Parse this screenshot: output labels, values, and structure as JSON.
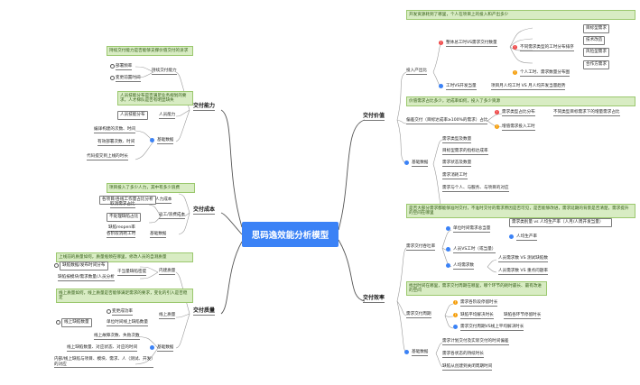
{
  "center_title": "思码逸效能分析模型",
  "colors": {
    "accent": "#3b82f6",
    "note_green": "#d8ecc3",
    "orange": "#f59e0b",
    "red": "#ef4444"
  },
  "branches": {
    "value": {
      "label": "交付价值",
      "note": "开发资源耗到了哪里，个人在项目上的投入和产出多少",
      "input_output": {
        "label": "投入产出比",
        "rows": [
          {
            "label": "整体总工时VS需求交付数量",
            "icon": "red-alert"
          },
          {
            "label": "不同需求类型的工时分布排序",
            "icon": "red-alert"
          },
          {
            "label": "个人工时、需求数量分布图",
            "icon": "orange-warning"
          },
          {
            "label": "工时VS开发当量",
            "icon": "blue-info"
          },
          {
            "label": "项目月人均工时 VS 月人均开发当量趋势"
          }
        ],
        "demand_types": [
          "目标型需求",
          "技术改造",
          "风险型需求",
          "合作方需求"
        ]
      },
      "strategy_note": "价值需求占比多少，达成率如何，投入了多少资源",
      "alignment": {
        "label": "偏差交付（目标达成率≥100%的需求）占比",
        "items": [
          "需求类型占比分布",
          "不同类型目标需求下的增量需求占比",
          "增值需求投入工时"
        ]
      },
      "basic": {
        "label": "基础数据",
        "items": [
          "需求类型及数量",
          "目标型需求的指标达成率",
          "需求状态及数量",
          "需求消耗工时",
          "需求与个人、与服务、与项目的对应"
        ]
      }
    },
    "capability": {
      "label": "交付能力",
      "note": "持续交付能力是否能够支撑价值交付的诉求",
      "delivery": {
        "label": "持续交付能力",
        "items": [
          "部署频率",
          "变更前置时间"
        ]
      },
      "tech_note": "人员技能分布是否满足业务规划的要求，人才梯队是否有明显缺失",
      "tech": {
        "label": "人员能力",
        "sub": "人员技能分布"
      },
      "basic": {
        "label": "基础数据",
        "items": [
          "编译构建的次数、时间",
          "有效部署次数、时间",
          "代码提交到上线的时长"
        ]
      }
    },
    "cost": {
      "label": "交付成本",
      "note": "项目投入了多少人力，其中有多少浪费",
      "headcount": {
        "label": "人力成本",
        "item": "各项目/各线工作量占比分析"
      },
      "waste": {
        "label": "返工/浪费成本",
        "items": [
          "取消需求占比",
          "不处理缺陷占比",
          "缺陷reopen率"
        ]
      },
      "basic": {
        "label": "基础数据",
        "item": "各阶段消耗工时"
      }
    },
    "quality": {
      "label": "交付质量",
      "note": "上线前的质量如何，质量瓶颈在哪里，修改人员的自测质量",
      "internal": {
        "label": "内建质量",
        "sub": "千当量缺陷密度",
        "items": [
          "缺陷数据/发布时间分布",
          "缺陷按模块/需求数量/人员分析"
        ]
      },
      "online_note": "线上质量如何，线上质量是否能够满足需求的要求，变化的引入是否稳定",
      "online": {
        "label": "线上质量",
        "items": [
          "变更成功率",
          "线上缺陷数量"
        ],
        "sub": "单位时间线上缺陷数量"
      },
      "basic": {
        "label": "基础数据",
        "items": [
          "线上故障次数、失败次数",
          "线上缺陷数量、对应状态、对应的时间",
          "内部/线上缺陷与项目、模块、需求、人（测试、开发）的对应"
        ]
      }
    },
    "efficiency": {
      "label": "交付效率",
      "note": "是否大部分需求都能够准时交付，不准时交付的需求原因是否可见，是否能够改进，需求延期的背景是否清楚，需求提升的空间在哪里",
      "throughput": {
        "label": "需求交付吞吐率",
        "items": [
          "单位时间需求总当量",
          "需求类别量 vs 人均生产率（人月/人周开发当量）",
          "人均生产率",
          "人员VS工时（或当量）",
          "人均需求数",
          "人员需求数 VS 测试缺陷数",
          "人员需求数 VS 重点问题率"
        ]
      },
      "cycle_note": "找出时间在哪里，需求交付周期在哪里，哪个环节的耗时最长、最有改进的空间",
      "cycle": {
        "label": "需求交付周期",
        "items": [
          "需求各阶段停留时长",
          "缺陷平均解决时长",
          "缺陷各环节停留时长",
          "需求交付周期VS线上平均解决时长"
        ]
      },
      "basic": {
        "label": "基础数据",
        "items": [
          "需求计划交付及实际交付的时间偏差",
          "需求各状态的持续时长",
          "缺陷从创建到关闭周期时间"
        ]
      }
    }
  }
}
